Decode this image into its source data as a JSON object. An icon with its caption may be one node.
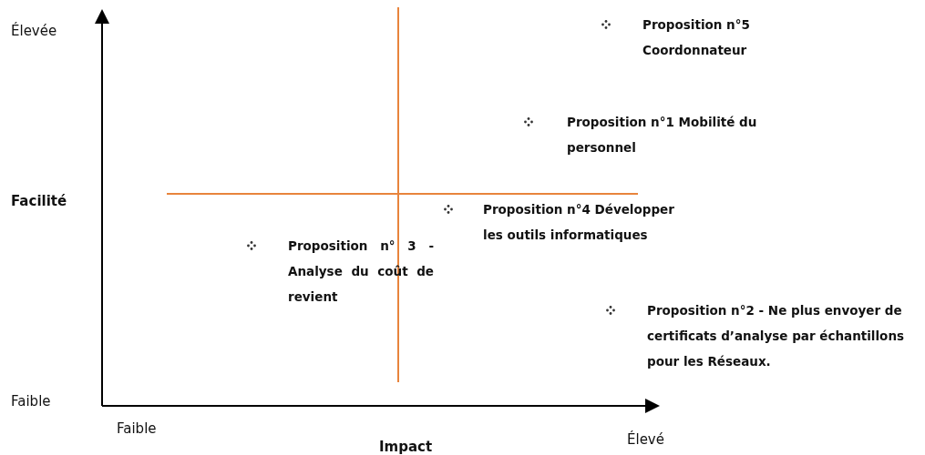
{
  "diagram": {
    "labels": [
      "Élevée",
      "Proposition n°5 Coordonnateur",
      "Proposition n°1 Mobilité du personnel",
      "Facilité",
      "Proposition n°4 Développer les outils informatiques",
      "Proposition n° 3 - Analyse du coût de revient",
      "Proposition n°2 - Ne plus envoyer de certificats d’analyse par échantillons pour les Réseaux.",
      "Faible",
      "Faible",
      "Élevé",
      "Impact"
    ]
  }
}
